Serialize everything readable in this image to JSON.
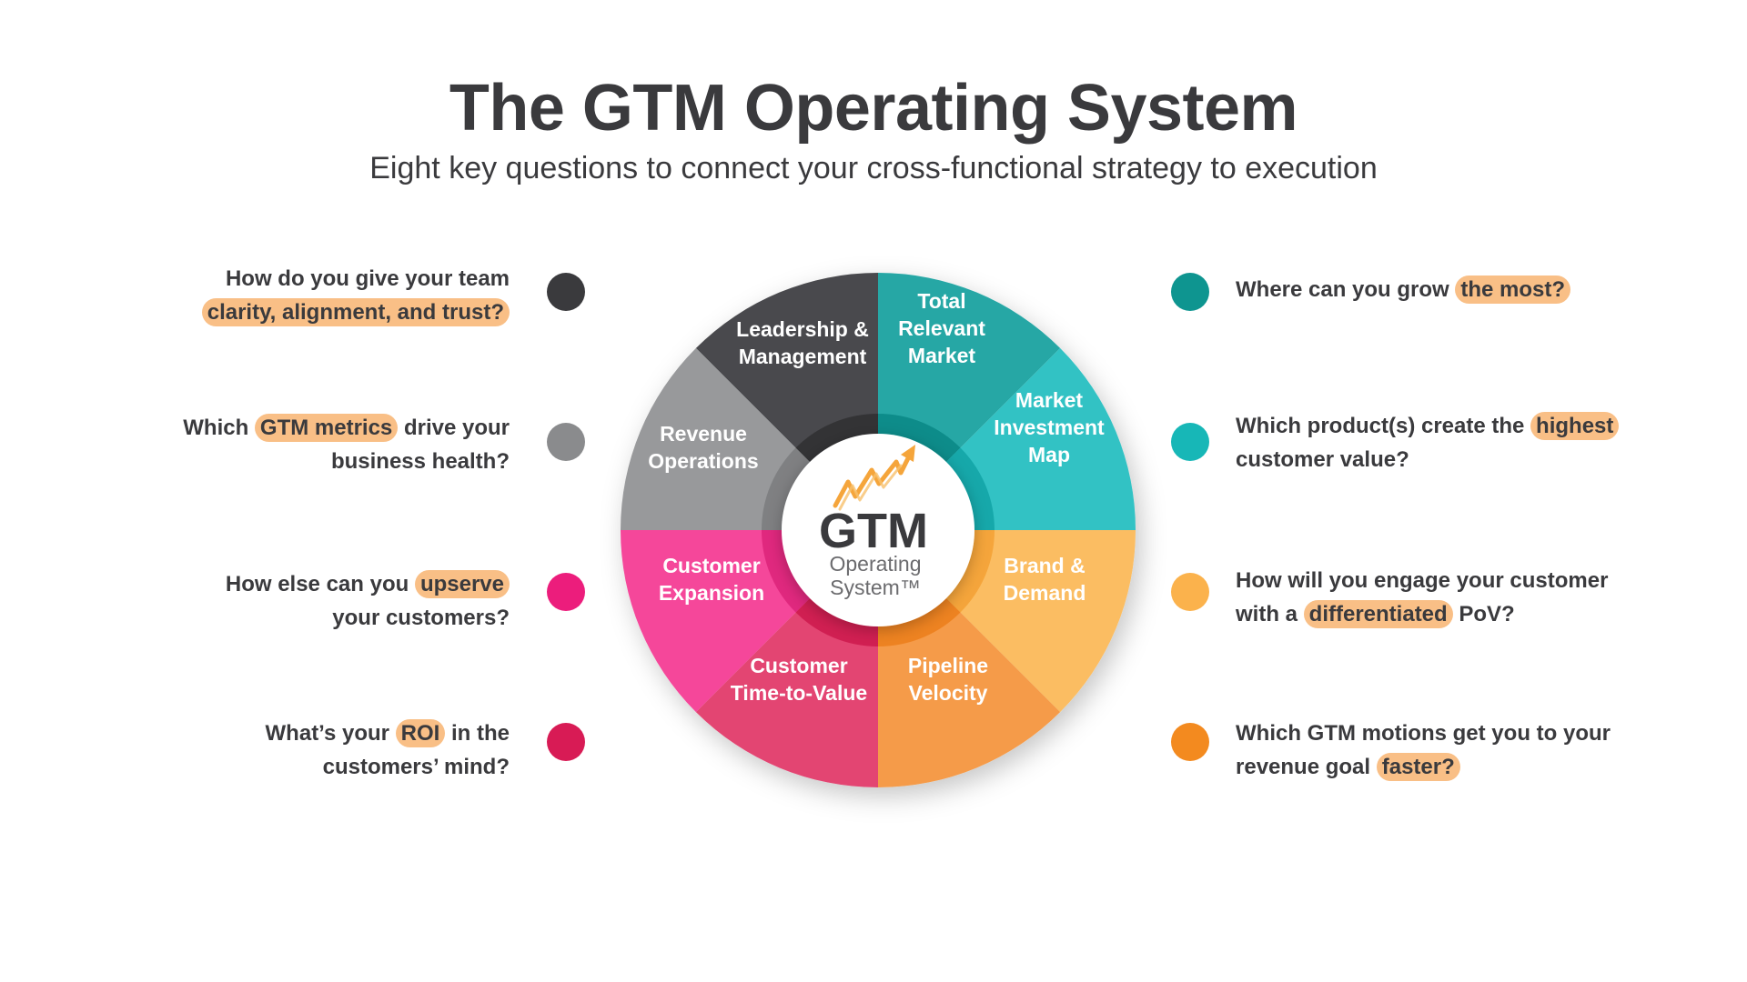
{
  "title": "The GTM Operating System",
  "subtitle": "Eight key questions to connect your cross-functional strategy to execution",
  "wheel": {
    "center_title": "GTM",
    "center_line1": "Operating",
    "center_line2": "System™",
    "segments": [
      {
        "name": "leadership",
        "lines": [
          "Leadership &",
          "Management"
        ],
        "color": "#4a4a4d",
        "ring": "#333335"
      },
      {
        "name": "total-relevant-market",
        "lines": [
          "Total",
          "Relevant",
          "Market"
        ],
        "color": "#27a7a5",
        "ring": "#0d8c8a"
      },
      {
        "name": "market-investment-map",
        "lines": [
          "Market",
          "Investment",
          "Map"
        ],
        "color": "#32c2c4",
        "ring": "#16a8aa"
      },
      {
        "name": "brand-demand",
        "lines": [
          "Brand &",
          "Demand"
        ],
        "color": "#fbbd62",
        "ring": "#f5a53b"
      },
      {
        "name": "pipeline-velocity",
        "lines": [
          "Pipeline",
          "Velocity"
        ],
        "color": "#f59b48",
        "ring": "#ee8321"
      },
      {
        "name": "customer-time-to-value",
        "lines": [
          "Customer",
          "Time-to-Value"
        ],
        "color": "#e34472",
        "ring": "#d11f52"
      },
      {
        "name": "customer-expansion",
        "lines": [
          "Customer",
          "Expansion"
        ],
        "color": "#f5479a",
        "ring": "#e0287e"
      },
      {
        "name": "revenue-operations",
        "lines": [
          "Revenue",
          "Operations"
        ],
        "color": "#98999b",
        "ring": "#7f8082"
      }
    ]
  },
  "left_questions": [
    {
      "dot_color": "#3a3a3d",
      "line1": [
        "How do you give your team"
      ],
      "line2": [
        {
          "hl": "clarity, alignment, and trust?"
        }
      ]
    },
    {
      "dot_color": "#8a8b8d",
      "line1": [
        "Which ",
        {
          "hl": "GTM metrics"
        },
        " drive your"
      ],
      "line2": [
        "business health?"
      ]
    },
    {
      "dot_color": "#ec1d7c",
      "line1": [
        "How else can you ",
        {
          "hl": "upserve"
        }
      ],
      "line2": [
        "your customers?"
      ]
    },
    {
      "dot_color": "#d81b55",
      "line1": [
        "What’s your ",
        {
          "hl": "ROI"
        },
        " in the"
      ],
      "line2": [
        "customers’ mind?"
      ]
    }
  ],
  "right_questions": [
    {
      "dot_color": "#0e9590",
      "line1": [
        "Where can you grow ",
        {
          "hl": "the most?"
        }
      ],
      "line2": []
    },
    {
      "dot_color": "#17b7b7",
      "line1": [
        "Which product(s) create the ",
        {
          "hl": "highest"
        }
      ],
      "line2": [
        "customer value?"
      ]
    },
    {
      "dot_color": "#fbb24c",
      "line1": [
        "How will you engage your customer"
      ],
      "line2": [
        "with a ",
        {
          "hl": "differentiated"
        },
        " PoV?"
      ]
    },
    {
      "dot_color": "#f38a1f",
      "line1": [
        "Which GTM motions get you to your"
      ],
      "line2": [
        "revenue goal ",
        {
          "hl": "faster?"
        }
      ]
    }
  ]
}
